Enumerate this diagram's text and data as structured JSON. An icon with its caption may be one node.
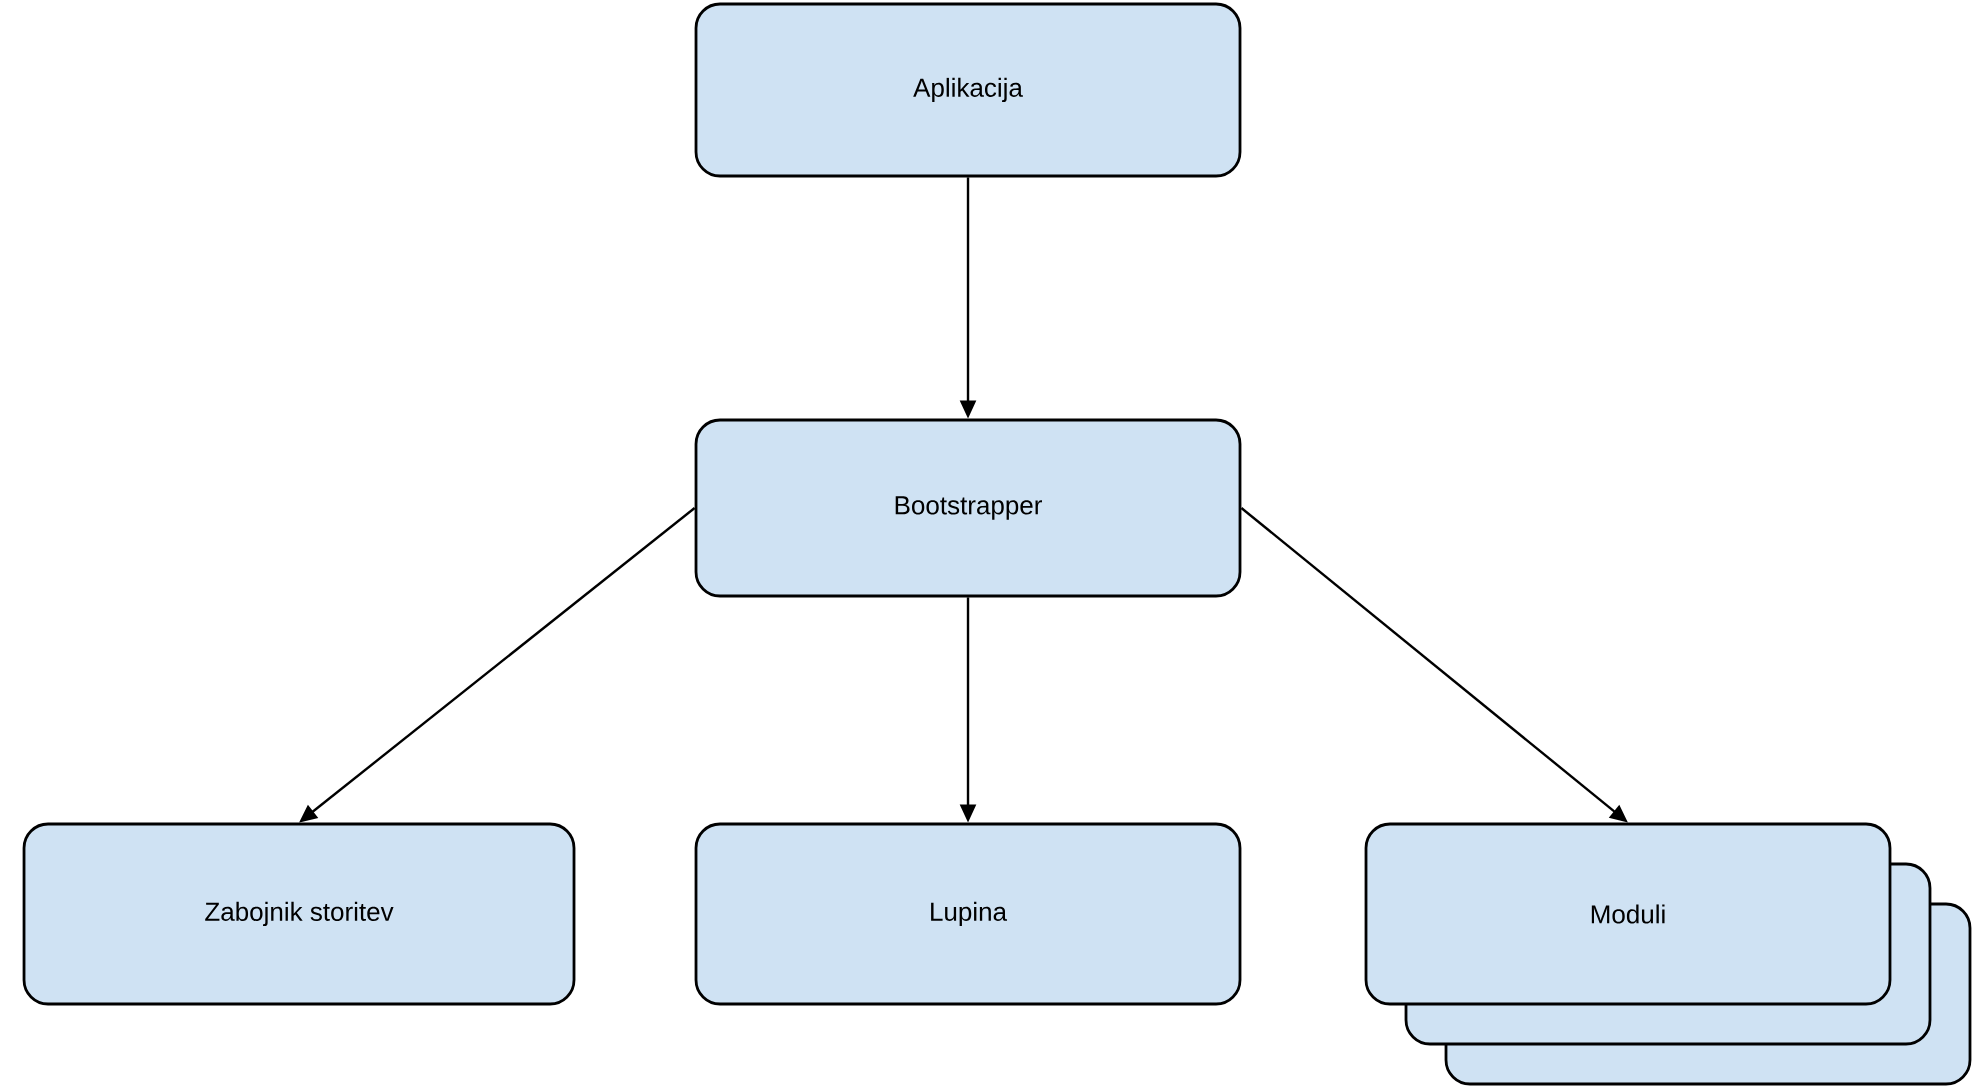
{
  "diagram": {
    "nodes": [
      {
        "text": [
          "Aplikacija"
        ]
      },
      {
        "text": [
          "Bootstrapper"
        ]
      },
      {
        "text": [
          "Zabojnik storitev"
        ]
      },
      {
        "text": [
          "Lupina"
        ]
      },
      {
        "text": [
          "Moduli"
        ]
      }
    ],
    "edges": [
      {
        "from": 0,
        "to": 1,
        "arrow": "to"
      },
      {
        "from": 1,
        "to": 2,
        "arrow": "to"
      },
      {
        "from": 1,
        "to": 3,
        "arrow": "to"
      },
      {
        "from": 1,
        "to": 4,
        "arrow": "to"
      }
    ]
  }
}
